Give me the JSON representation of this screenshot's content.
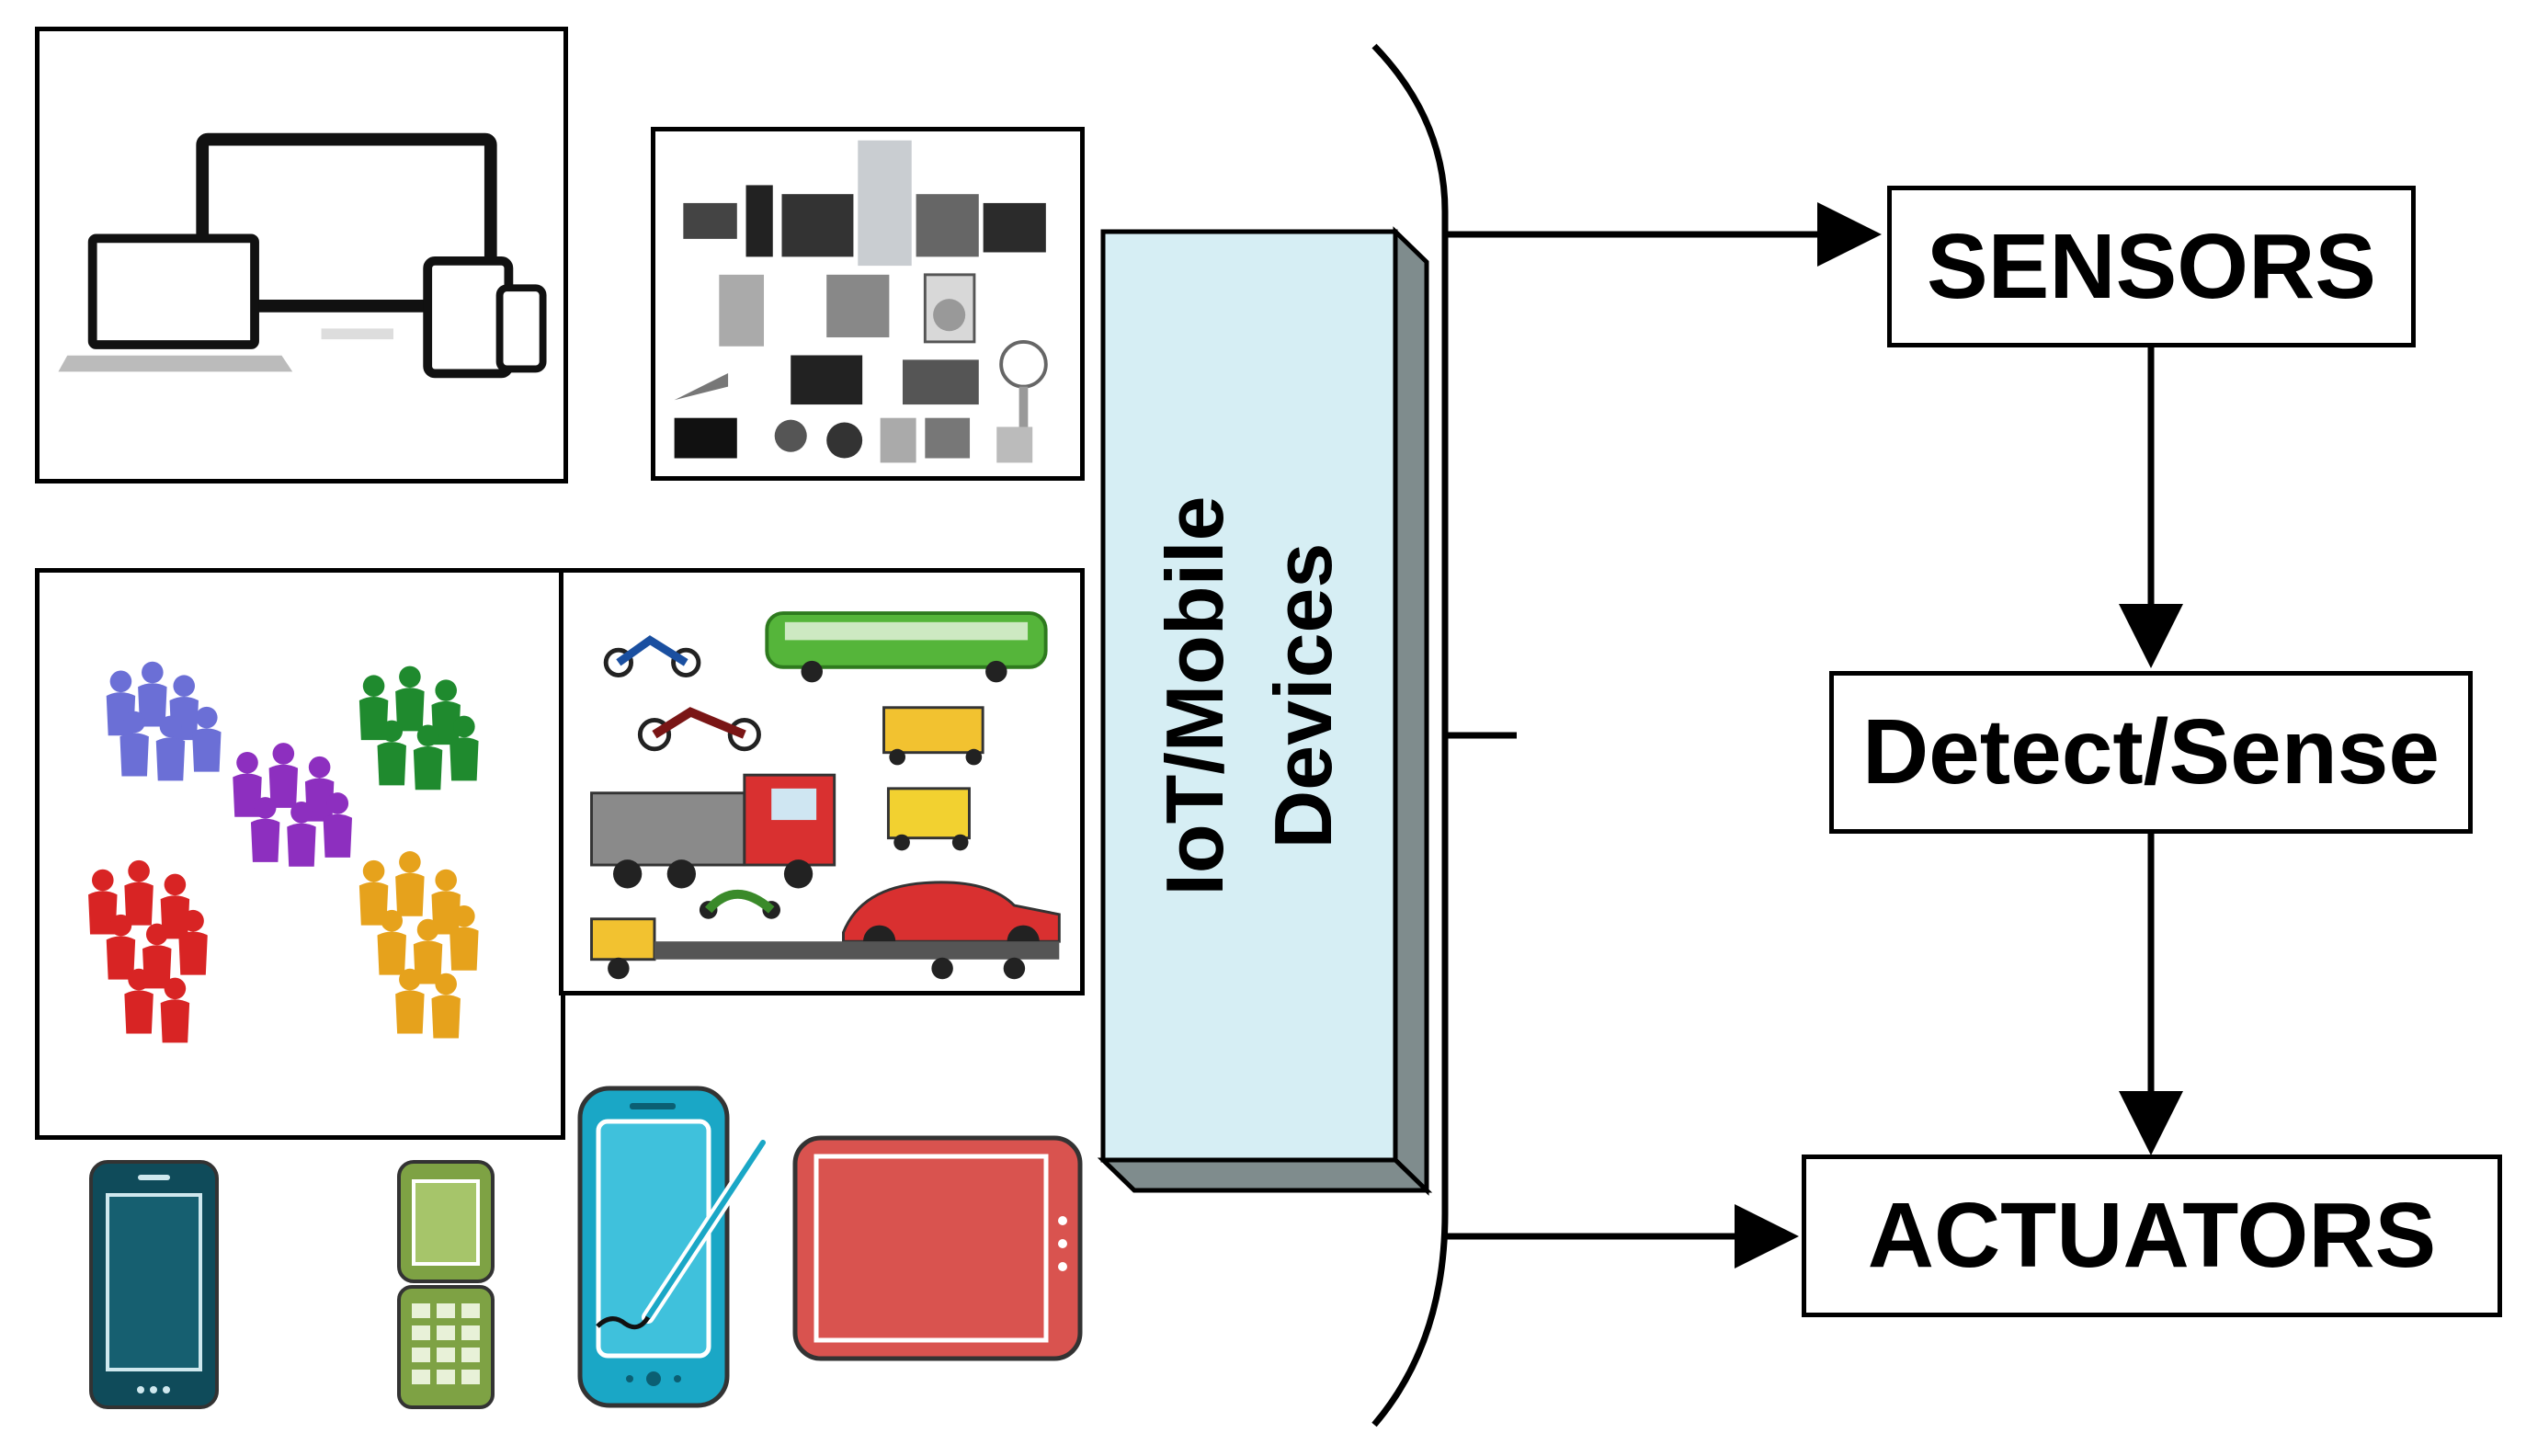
{
  "hub": {
    "line1": "IoT/Mobile",
    "line2": "Devices"
  },
  "outputs": {
    "sensors": "SENSORS",
    "detect": "Detect/Sense",
    "actuators": "ACTUATORS"
  },
  "colors": {
    "hub_fill": "#d6eef4",
    "hub_side": "#7f8c8d",
    "phone_dark": "#0f4b5a",
    "phone_green": "#7ea244",
    "phone_cyan": "#1aa7c6",
    "tablet_red": "#d9534f",
    "bus_green": "#55b53a",
    "truck_red": "#d93030",
    "people_blue": "#6b6fd6",
    "people_green": "#1f8a2e",
    "people_purple": "#8d2fbf",
    "people_red": "#d82424",
    "people_orange": "#e6a21c"
  },
  "panels": [
    {
      "name": "computing-devices-panel",
      "icon": "computing-devices-icon"
    },
    {
      "name": "home-appliances-panel",
      "icon": "home-appliances-icon"
    },
    {
      "name": "people-groups-panel",
      "icon": "people-groups-icon"
    },
    {
      "name": "vehicles-panel",
      "icon": "vehicles-icon"
    }
  ],
  "devices": [
    "smartphone-icon",
    "flip-phone-icon",
    "stylus-phone-icon",
    "tablet-icon"
  ]
}
